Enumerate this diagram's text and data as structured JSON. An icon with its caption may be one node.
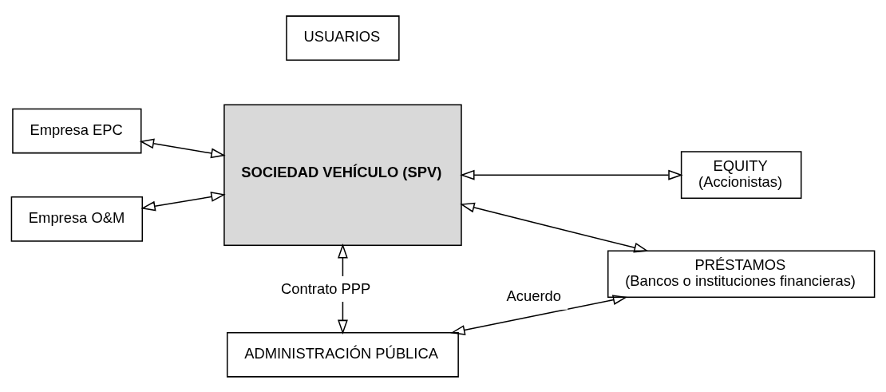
{
  "diagram": {
    "nodes": [
      {
        "text": [
          "ADMINISTRACIÓN PÚBLICA"
        ]
      },
      {
        "text": [
          "Empresa EPC"
        ]
      },
      {
        "text": [
          "SOCIEDAD VEHÍCULO (SPV)"
        ]
      },
      {
        "text": [
          "PRÉSTAMOS",
          "(Bancos o instituciones financieras)"
        ]
      },
      {
        "text": [
          "Empresa O&M"
        ]
      },
      {
        "text": [
          "EQUITY",
          "(Accionistas)"
        ]
      },
      {
        "text": [
          "USUARIOS"
        ]
      }
    ],
    "edges": [
      {
        "from": 2,
        "to": 0,
        "arrow": "both",
        "label": "Contrato PPP"
      },
      {
        "from": 0,
        "to": 3,
        "arrow": "both",
        "label": "Acuerdo"
      },
      {
        "from": 1,
        "to": 2,
        "arrow": "both"
      },
      {
        "from": 2,
        "to": 3,
        "arrow": "both"
      },
      {
        "from": 4,
        "to": 2,
        "arrow": "both"
      },
      {
        "from": 2,
        "to": 5,
        "arrow": "both"
      }
    ]
  }
}
